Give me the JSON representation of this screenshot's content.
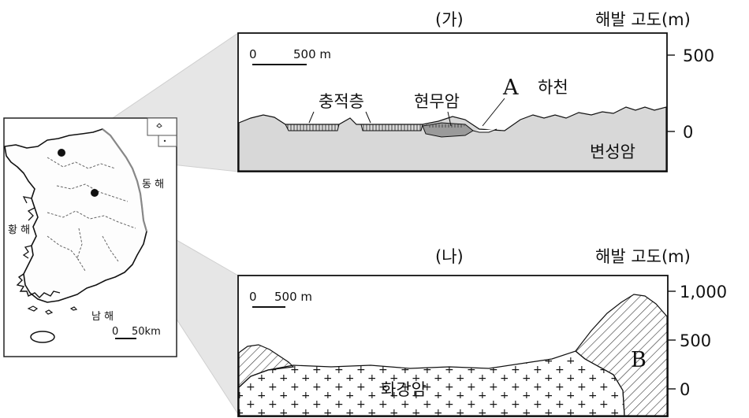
{
  "map": {
    "label_east_sea": "동 해",
    "label_yellow_sea": "황 해",
    "label_south_sea": "남 해",
    "scale_zero": "0",
    "scale_value": "50km"
  },
  "panel_a": {
    "title": "(가)",
    "axis_title": "해발 고도(m)",
    "scale_zero": "0",
    "scale_value": "500 m",
    "tick_top": "500",
    "tick_zero": "0",
    "label_sediment": "충적층",
    "label_basalt": "현무암",
    "label_a_letter": "A",
    "label_river": "하천",
    "label_metamorphic": "변성암"
  },
  "panel_b": {
    "title": "(나)",
    "axis_title": "해발 고도(m)",
    "scale_zero": "0",
    "scale_value": "500 m",
    "tick_top": "1,000",
    "tick_mid": "500",
    "tick_zero": "0",
    "label_granite": "화강암",
    "label_b_letter": "B"
  }
}
